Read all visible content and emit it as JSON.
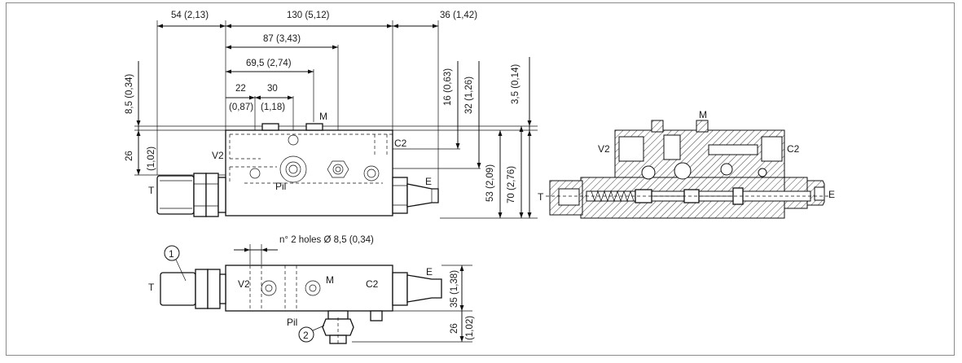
{
  "front_view": {
    "dimensions": {
      "overall_left": "54 (2,13)",
      "overall_body": "130 (5,12)",
      "overall_right": "36 (1,42)",
      "d87": "87 (3,43)",
      "d69": "69,5 (2,74)",
      "d22": "22",
      "d22_in": "(0,87)",
      "d30": "30",
      "d30_in": "(1,18)",
      "h85": "8,5 (0,34)",
      "h26": "26",
      "h26_in": "(1,02)",
      "h16": "16 (0,63)",
      "h32": "32 (1,26)",
      "h35": "3,5 (0,14)",
      "h53": "53 (2,09)",
      "h70": "70 (2,76)"
    },
    "ports": {
      "m": "M",
      "v2": "V2",
      "c2": "C2",
      "t": "T",
      "e": "E",
      "pil": "Pil"
    }
  },
  "section_view": {
    "ports": {
      "m": "M",
      "v2": "V2",
      "c2": "C2",
      "t": "T",
      "e": "E"
    }
  },
  "top_view": {
    "holes_note": "n° 2 holes Ø 8,5 (0,34)",
    "dimensions": {
      "h35": "35 (1,38)",
      "h26": "26",
      "h26_in": "(1,02)"
    },
    "ports": {
      "t": "T",
      "v2": "V2",
      "m": "M",
      "c2": "C2",
      "e": "E",
      "pil": "Pil"
    },
    "callouts": [
      "1",
      "2"
    ]
  }
}
